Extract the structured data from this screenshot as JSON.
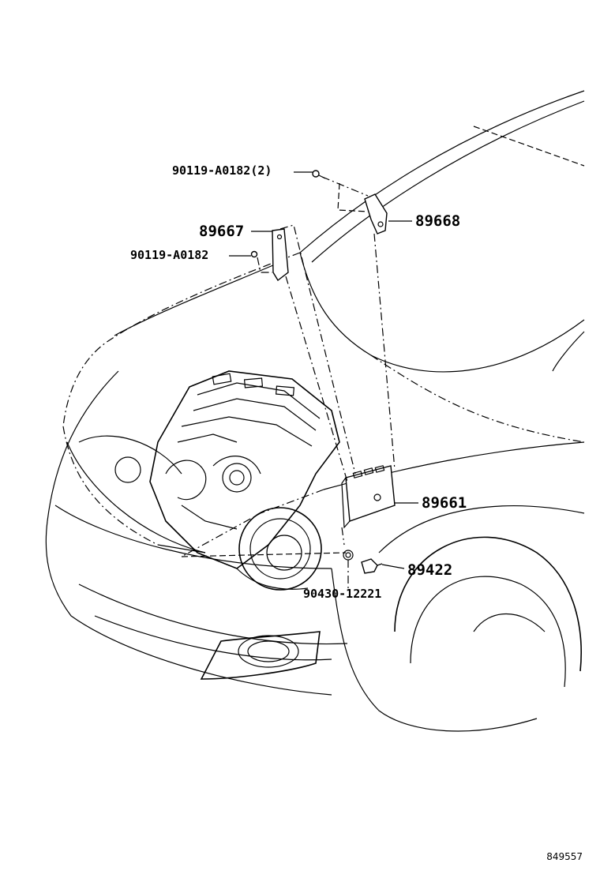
{
  "labels": {
    "screw_pair": "90119-A0182(2)",
    "bracket_right": "89668",
    "bracket_left": "89667",
    "screw_single": "90119-A0182",
    "ecu": "89661",
    "sensor": "89422",
    "gasket": "90430-12221"
  },
  "doc_id": "849557"
}
